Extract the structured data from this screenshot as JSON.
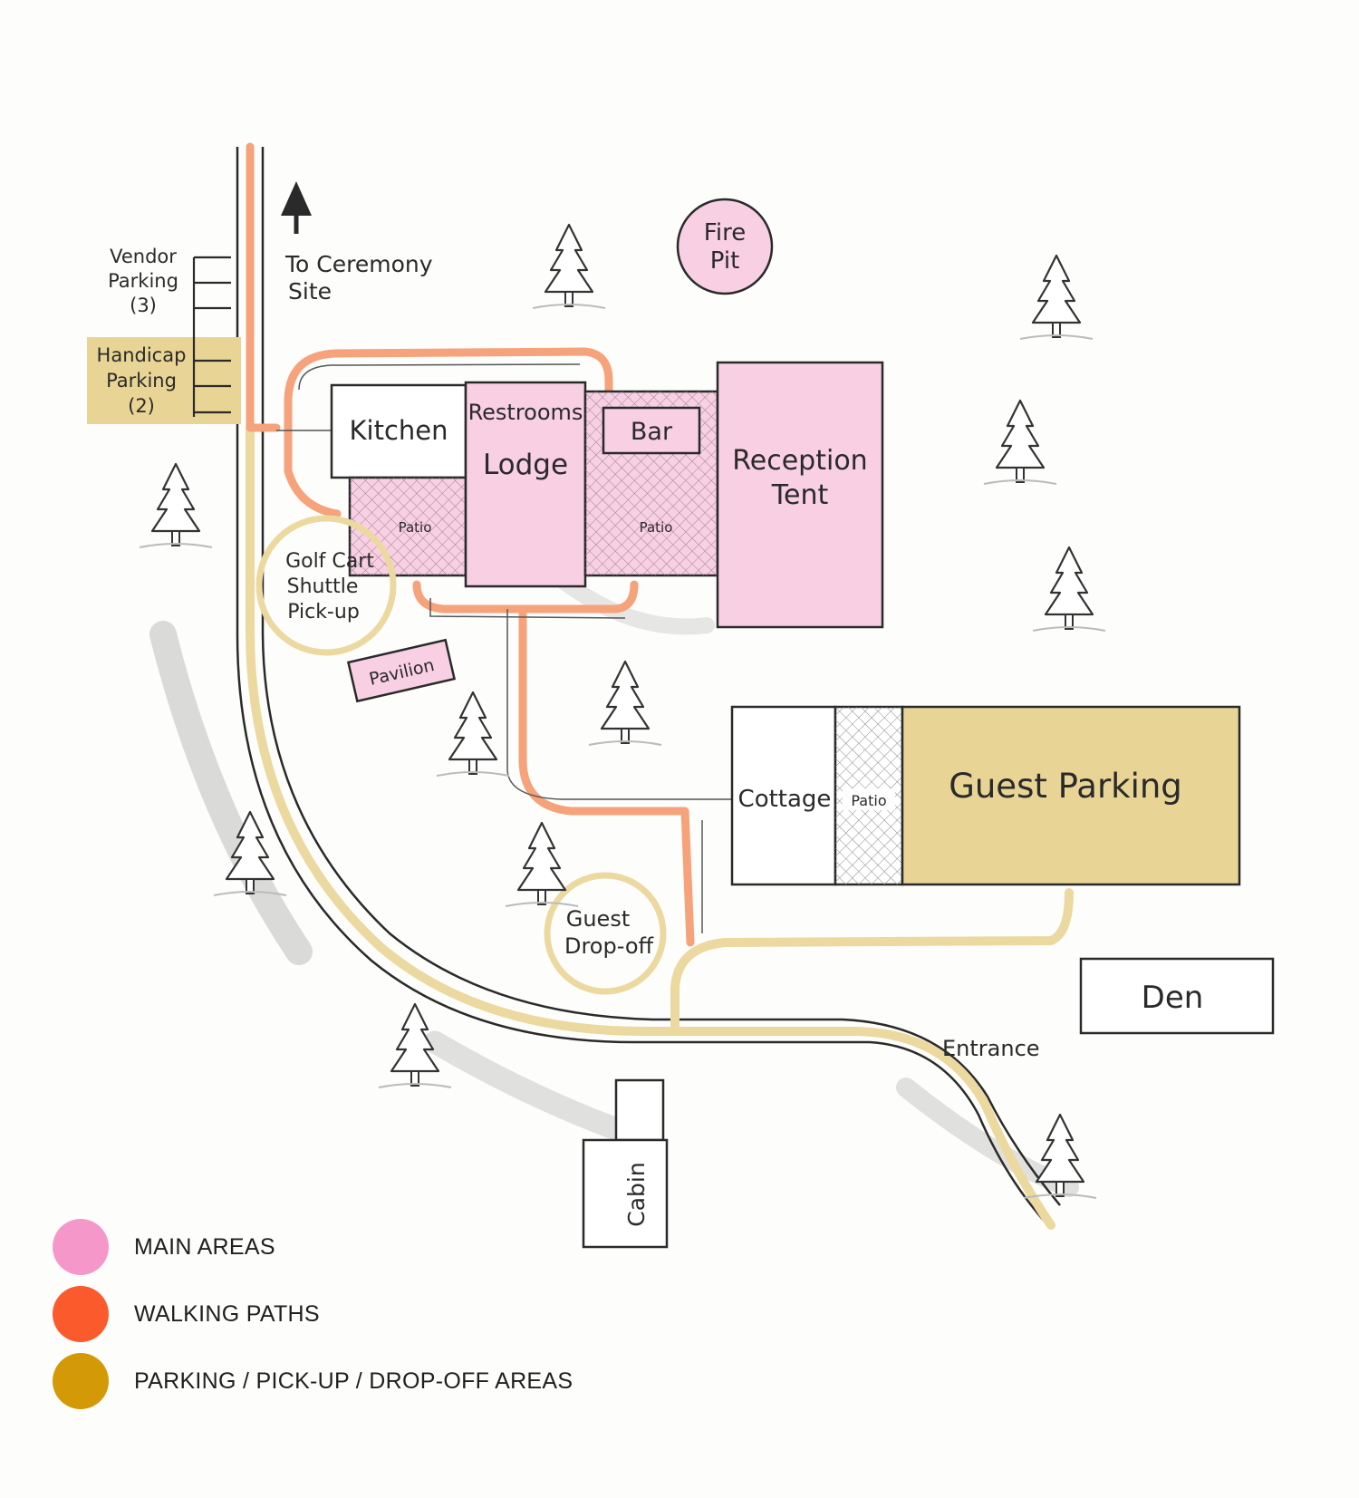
{
  "map": {
    "labels": {
      "vendor_parking": [
        "Vendor",
        "Parking",
        "(3)"
      ],
      "handicap_parking": [
        "Handicap",
        "Parking",
        "(2)"
      ],
      "to_ceremony": [
        "To Ceremony",
        "Site"
      ],
      "fire_pit": [
        "Fire",
        "Pit"
      ],
      "kitchen": "Kitchen",
      "restrooms": "Restrooms",
      "lodge": "Lodge",
      "bar": "Bar",
      "patio_left": "Patio",
      "patio_mid": "Patio",
      "reception_tent": [
        "Reception",
        "Tent"
      ],
      "golf_cart": [
        "Golf Cart",
        "Shuttle",
        "Pick-up"
      ],
      "pavilion": "Pavilion",
      "cottage": "Cottage",
      "patio_cottage": "Patio",
      "guest_parking": "Guest Parking",
      "guest_dropoff": [
        "Guest",
        "Drop-off"
      ],
      "den": "Den",
      "entrance": "Entrance",
      "cabin": "Cabin"
    },
    "icons": {
      "north_arrow": "arrow-up-icon",
      "tree": "pine-tree-icon"
    }
  },
  "legend": [
    {
      "label": "MAIN AREAS",
      "color": "#f598c9"
    },
    {
      "label": "WALKING PATHS",
      "color": "#fb5a2d"
    },
    {
      "label": "PARKING / PICK-UP / DROP-OFF AREAS",
      "color": "#d39907"
    }
  ],
  "colors": {
    "pink_fill": "#f8cfe3",
    "walking_path": "#f6a27a",
    "parking_fill": "#e8d595",
    "road_path": "#ecd9a0",
    "ink": "#2a2a2a"
  }
}
